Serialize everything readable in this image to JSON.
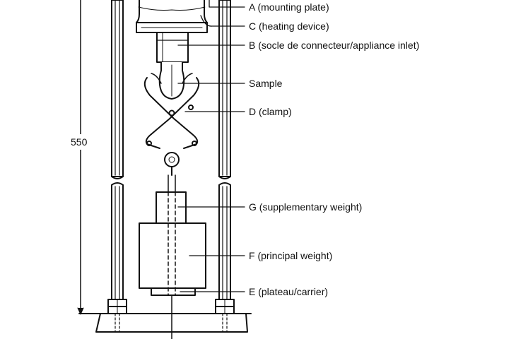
{
  "diagram": {
    "ink_color": "#111111",
    "background_color": "#ffffff",
    "dimension": "550",
    "labels": {
      "a": "A (mounting plate)",
      "c": "C (heating device)",
      "b": "B (socle de connecteur/appliance inlet)",
      "sample": "Sample",
      "d": "D  (clamp)",
      "g": "G (supplementary weight)",
      "f": "F  (principal weight)",
      "e": "E (plateau/carrier)"
    }
  }
}
